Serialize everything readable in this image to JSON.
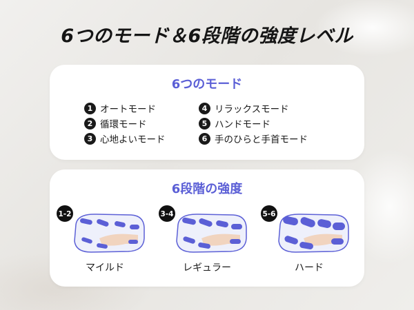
{
  "headline": "6つのモード＆6段階の強度レベル",
  "colors": {
    "accent": "#5b5fd6",
    "pad_fill": "#5b5fd6",
    "hand_fill": "#f1d4bf",
    "badge": "#111111"
  },
  "modes_section": {
    "title": "6つのモード",
    "modes": [
      {
        "number": "1",
        "label": "オートモード"
      },
      {
        "number": "2",
        "label": "循環モード"
      },
      {
        "number": "3",
        "label": "心地よいモード"
      },
      {
        "number": "4",
        "label": "リラックスモード"
      },
      {
        "number": "5",
        "label": "ハンドモード"
      },
      {
        "number": "6",
        "label": "手のひらと手首モード"
      }
    ]
  },
  "levels_section": {
    "title": "6段階の強度",
    "levels": [
      {
        "range": "1-2",
        "label": "マイルド"
      },
      {
        "range": "3-4",
        "label": "レギュラー"
      },
      {
        "range": "5-6",
        "label": "ハード"
      }
    ]
  }
}
